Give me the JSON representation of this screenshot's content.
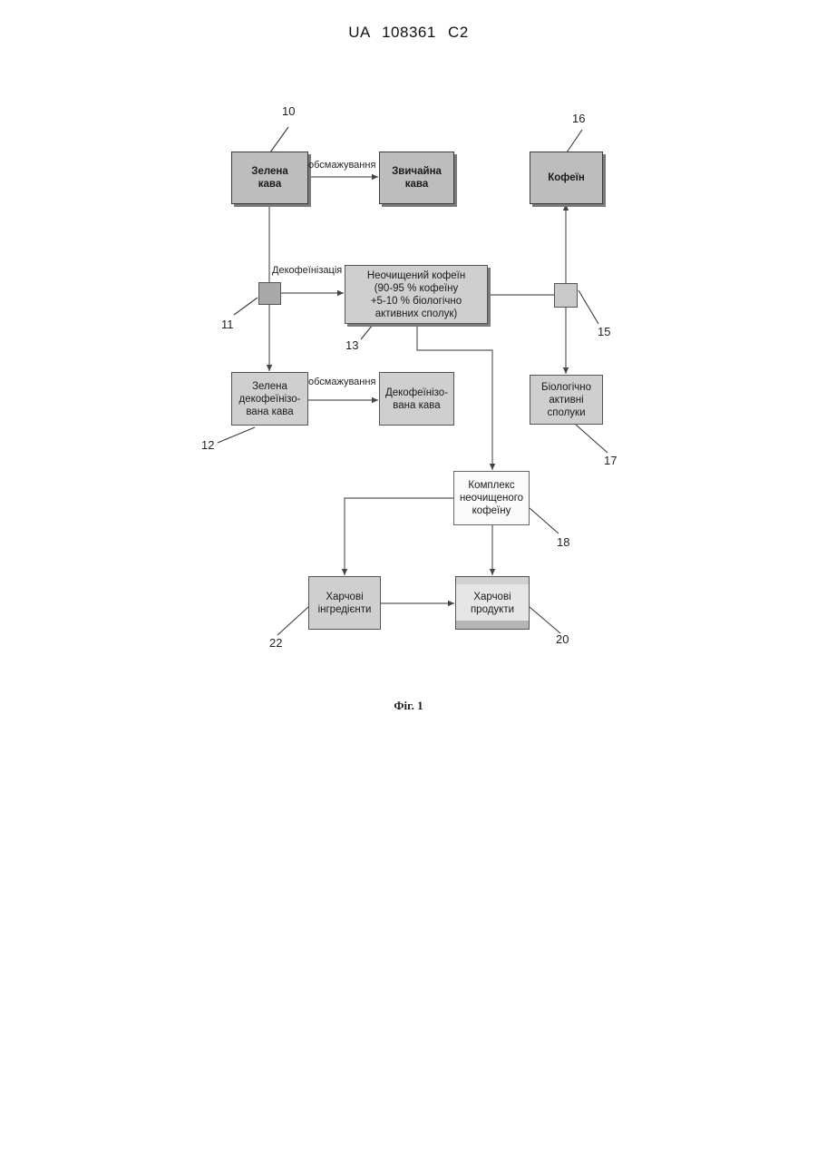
{
  "header": "UA 108361 C2",
  "boxes": {
    "green_coffee": "Зелена\nкава",
    "regular_coffee": "Звичайна\nкава",
    "crude_caffeine": "Неочищений кофеїн\n(90-95 % кофеїну\n+5-10 % біологічно\nактивних сполук)",
    "caffeine": "Кофеїн",
    "green_decaf": "Зелена\nдекофеїнізо-\nвана кава",
    "decaf": "Декофеїнізо-\nвана кава",
    "bioactive": "Біологічно\nактивні\nсполуки",
    "complex": "Комплекс\nнеочищеного\nкофеїну",
    "food_ingredients": "Харчові\nінгредієнти",
    "food_products": "Харчові\nпродукти"
  },
  "edge_labels": {
    "roasting_top": "обсмажування",
    "roasting_bottom": "обсмажування",
    "decaffeination": "Декофеїнізація"
  },
  "refs": {
    "r10": "10",
    "r16": "16",
    "r11": "11",
    "r13": "13",
    "r15": "15",
    "r12": "12",
    "r17": "17",
    "r18": "18",
    "r22": "22",
    "r20": "20"
  },
  "caption": "Фіг. 1"
}
